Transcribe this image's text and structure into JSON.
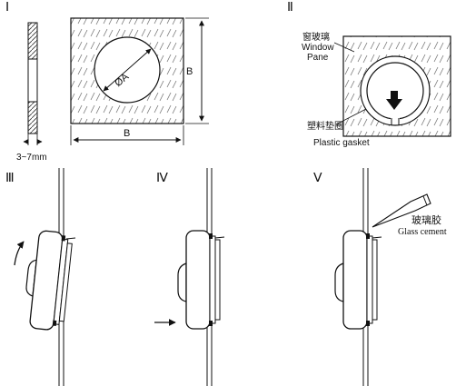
{
  "steps": {
    "s1": "Ⅰ",
    "s2": "Ⅱ",
    "s3": "Ⅲ",
    "s4": "Ⅳ",
    "s5": "Ⅴ"
  },
  "fig1": {
    "thickness_label": "3~7mm",
    "hole_label": "ØA",
    "width_label": "B",
    "height_label": "B"
  },
  "fig2": {
    "window_pane_cn": "窗玻璃",
    "window_pane_en_1": "Window",
    "window_pane_en_2": "Pane",
    "gasket_cn": "塑料垫圈",
    "gasket_en": "Plastic gasket"
  },
  "fig5": {
    "glass_cement_cn": "玻璃胶",
    "glass_cement_en": "Glass cement"
  }
}
